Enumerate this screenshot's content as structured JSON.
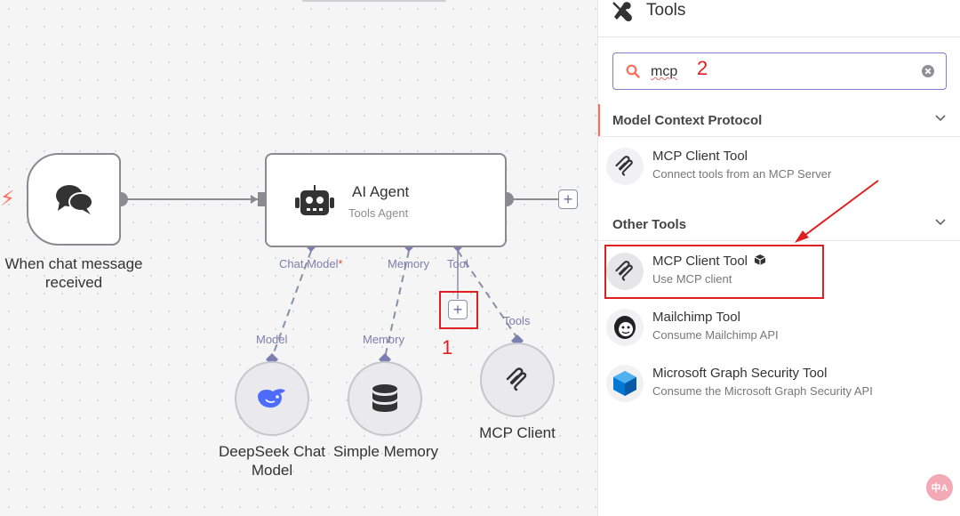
{
  "canvas": {
    "trigger_node": {
      "label": "When chat message received",
      "icon": "chat-bubbles-icon"
    },
    "agent_node": {
      "title": "AI Agent",
      "subtitle": "Tools Agent",
      "icon": "robot-icon"
    },
    "handles": {
      "chat_model": "Chat Model",
      "chat_model_required": "*",
      "memory": "Memory",
      "tool": "Tool"
    },
    "sub_nodes": [
      {
        "connector_label": "Model",
        "label_line1": "DeepSeek Chat",
        "label_line2": "Model",
        "icon": "deepseek-whale-icon"
      },
      {
        "connector_label": "Memory",
        "label": "Simple Memory",
        "icon": "database-icon"
      },
      {
        "connector_label": "Tools",
        "label": "MCP Client",
        "icon": "mcp-icon"
      }
    ],
    "annotation_1": "1"
  },
  "panel": {
    "title": "Tools",
    "search": {
      "value": "mcp",
      "annotation": "2"
    },
    "sections": [
      {
        "title": "Model Context Protocol",
        "items": [
          {
            "title": "MCP Client Tool",
            "description": "Connect tools from an MCP Server",
            "icon": "mcp-icon"
          }
        ]
      },
      {
        "title": "Other Tools",
        "items": [
          {
            "title": "MCP Client Tool",
            "description": "Use MCP client",
            "icon": "mcp-icon",
            "badge": "package-icon"
          },
          {
            "title": "Mailchimp Tool",
            "description": "Consume Mailchimp API",
            "icon": "mailchimp-icon"
          },
          {
            "title": "Microsoft Graph Security Tool",
            "description": "Consume the Microsoft Graph Security API",
            "icon": "microsoft-graph-icon"
          }
        ]
      }
    ]
  },
  "colors": {
    "accent": "#ff6d5a",
    "annotation_red": "#e02020",
    "connector": "#7a7fa8"
  }
}
